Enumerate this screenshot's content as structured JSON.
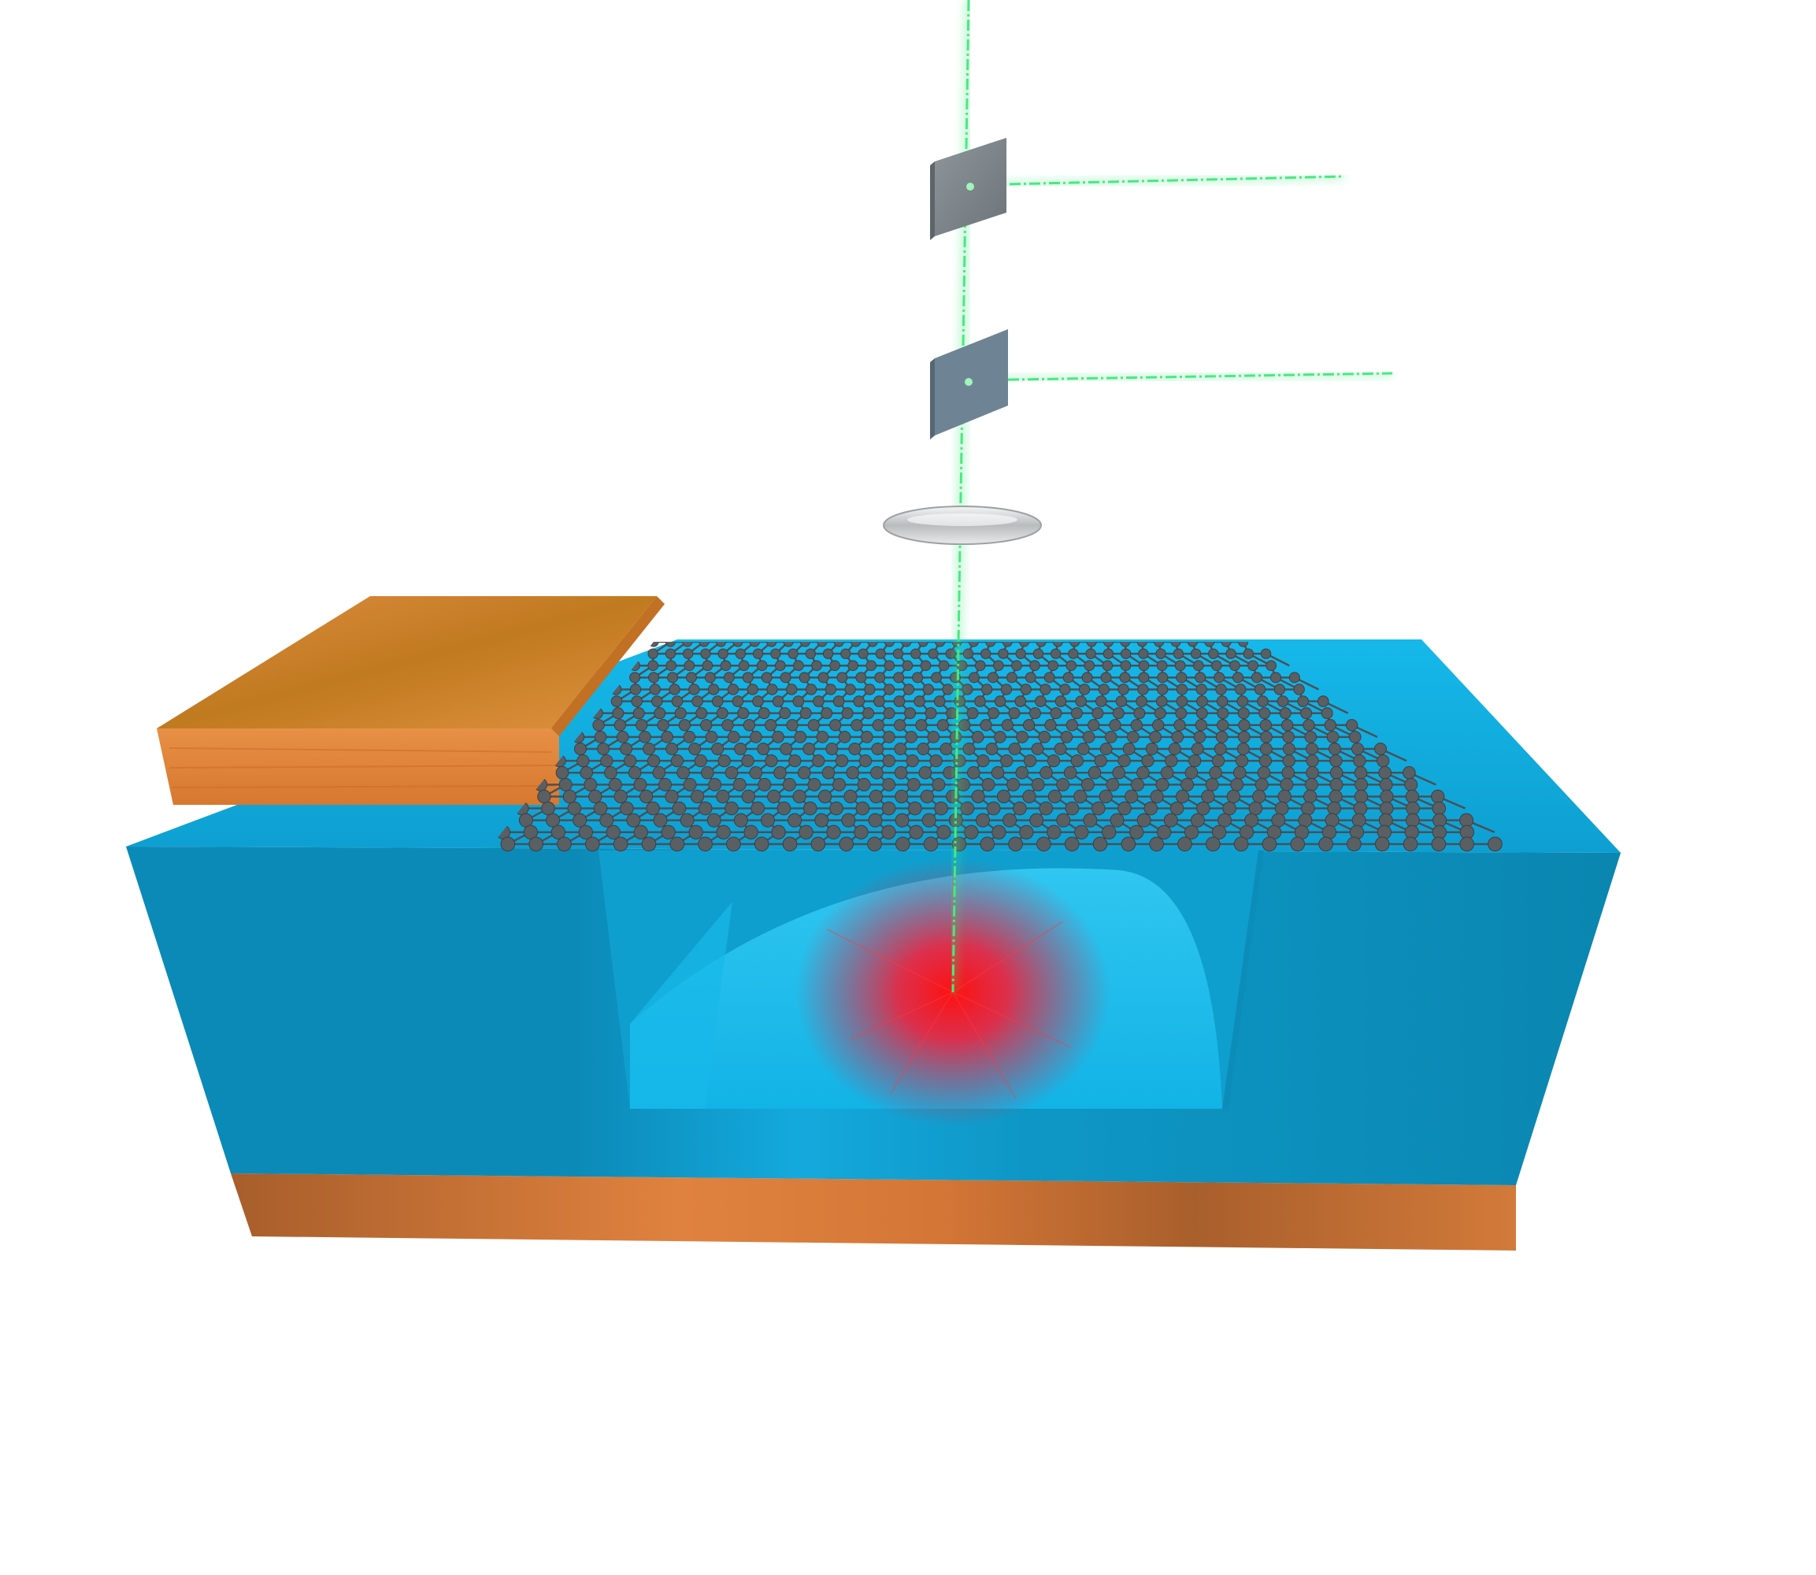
{
  "diagram": {
    "components": [
      {
        "id": "substrate",
        "icon": "blue-substrate-block",
        "color": "#0b86b2"
      },
      {
        "id": "bottom-electrode",
        "icon": "orange-back-gate-layer",
        "color": "#d9793a"
      },
      {
        "id": "top-electrode",
        "icon": "orange-contact-pad",
        "color": "#e08a3d"
      },
      {
        "id": "cavity",
        "icon": "etched-cavity",
        "color": "#17b7e6"
      },
      {
        "id": "graphene-membrane",
        "icon": "hexagonal-carbon-lattice",
        "color": "#555b60"
      },
      {
        "id": "laser-beam",
        "icon": "green-laser-beam",
        "color": "#3ee879"
      },
      {
        "id": "beam-splitter-upper",
        "icon": "beam-splitter",
        "color": "#7d858c"
      },
      {
        "id": "beam-splitter-lower",
        "icon": "beam-splitter",
        "color": "#6f8393"
      },
      {
        "id": "focusing-lens",
        "icon": "convex-lens",
        "color": "#c8cbcc"
      },
      {
        "id": "laser-spot",
        "icon": "red-glow",
        "color": "#ff1a1a"
      }
    ]
  }
}
